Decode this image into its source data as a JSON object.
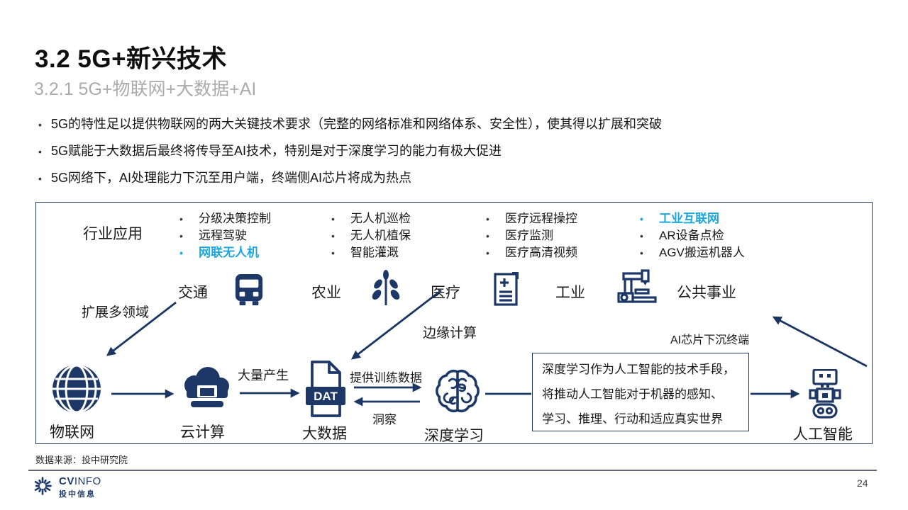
{
  "slide": {
    "title": "3.2 5G+新兴技术",
    "subtitle": "3.2.1 5G+物联网+大数据+AI",
    "bullets": [
      "5G的特性足以提供物联网的两大关键技术要求（完整的网络标准和网络体系、安全性），使其得以扩展和突破",
      "5G赋能于大数据后最终将传导至AI技术，特别是对于深度学习的能力有极大促进",
      "5G网络下，AI处理能力下沉至用户端，终端侧AI芯片将成为热点"
    ]
  },
  "diagram": {
    "industry_label": "行业应用",
    "columns": [
      {
        "items": [
          "分级决策控制",
          "远程驾驶",
          "网联无人机"
        ]
      },
      {
        "items": [
          "无人机巡检",
          "无人机植保",
          "智能灌溉"
        ]
      },
      {
        "items": [
          "医疗远程操控",
          "医疗监测",
          "医疗高清视频"
        ]
      },
      {
        "items": [
          "工业互联网",
          "AR设备点检",
          "AGV搬运机器人"
        ]
      }
    ],
    "highlighted_items": [
      "网联无人机",
      "工业互联网"
    ],
    "sectors": [
      {
        "label": "交通",
        "icon": "bus-icon"
      },
      {
        "label": "农业",
        "icon": "plant-icon"
      },
      {
        "label": "医疗",
        "icon": "medical-report-icon"
      },
      {
        "label": "工业",
        "icon": "robotic-arm-icon"
      },
      {
        "label": "公共事业",
        "icon": ""
      }
    ],
    "annotations": {
      "expand": "扩展多领域",
      "edge_computing": "边缘计算",
      "ai_chip": "AI芯片下沉终端",
      "mass_generate": "大量产生",
      "training_data": "提供训练数据",
      "insight": "洞察"
    },
    "nodes": [
      {
        "label": "物联网",
        "icon": "globe-icon"
      },
      {
        "label": "云计算",
        "icon": "cloud-computing-icon"
      },
      {
        "label": "大数据",
        "icon": "dat-file-icon",
        "badge": "DAT"
      },
      {
        "label": "深度学习",
        "icon": "brain-icon"
      },
      {
        "label": "人工智能",
        "icon": "robot-icon"
      }
    ],
    "callout": {
      "lines": [
        "深度学习作为人工智能的技术手段，",
        "将推动人工智能对于机器的感知、",
        "学习、推理、行动和适应真实世界"
      ]
    }
  },
  "footer": {
    "source": "数据来源：投中研究院",
    "logo": {
      "bold": "CV",
      "light": "INFO",
      "cn": "投中信息"
    },
    "page_number": "24"
  },
  "colors": {
    "navy": "#1d3867",
    "accent": "#1ea7de",
    "subtitle_gray": "#ababab",
    "border": "#243a5e"
  },
  "icons": [
    "bus-icon",
    "plant-icon",
    "medical-report-icon",
    "robotic-arm-icon",
    "globe-icon",
    "cloud-computing-icon",
    "dat-file-icon",
    "brain-icon",
    "robot-icon",
    "cvinfo-logo-icon"
  ]
}
